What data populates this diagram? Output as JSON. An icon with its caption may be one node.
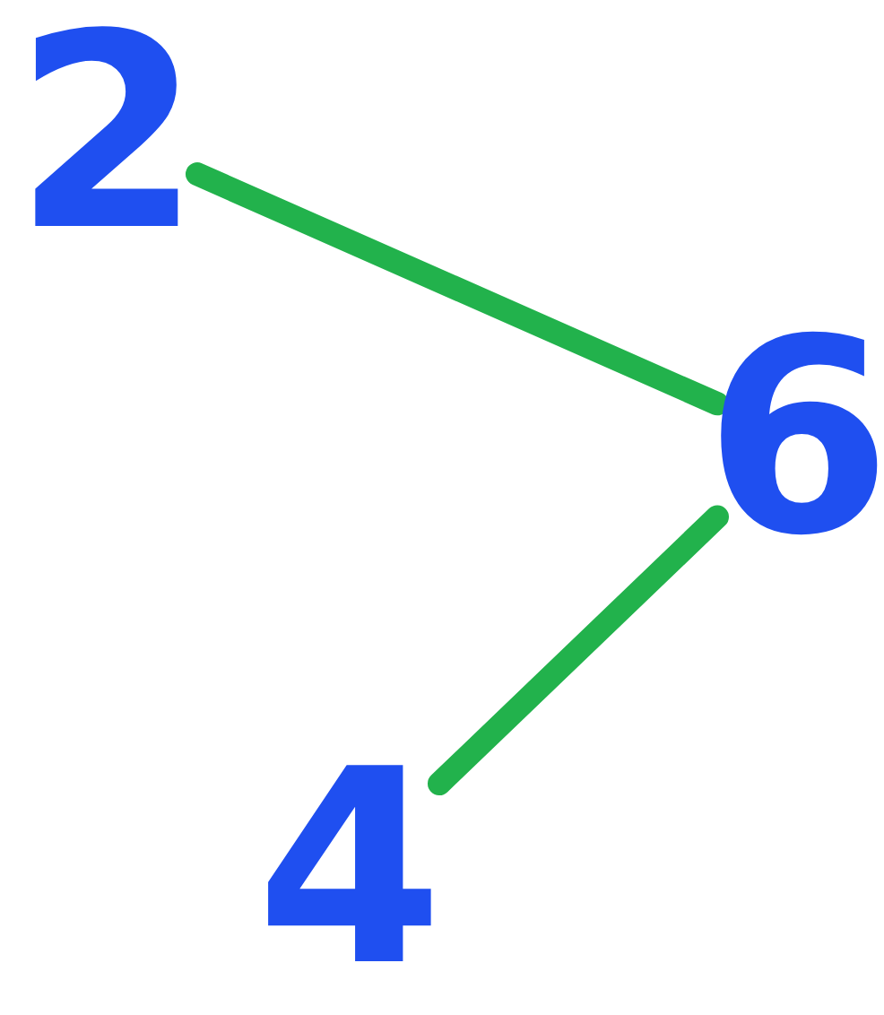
{
  "diagram": {
    "nodes": [
      {
        "text": [
          "2"
        ]
      },
      {
        "text": [
          "6"
        ]
      },
      {
        "text": [
          "4"
        ]
      }
    ],
    "edges": [
      {
        "from": 0,
        "to": 1,
        "arrow": "none"
      },
      {
        "from": 2,
        "to": 1,
        "arrow": "none"
      }
    ]
  }
}
